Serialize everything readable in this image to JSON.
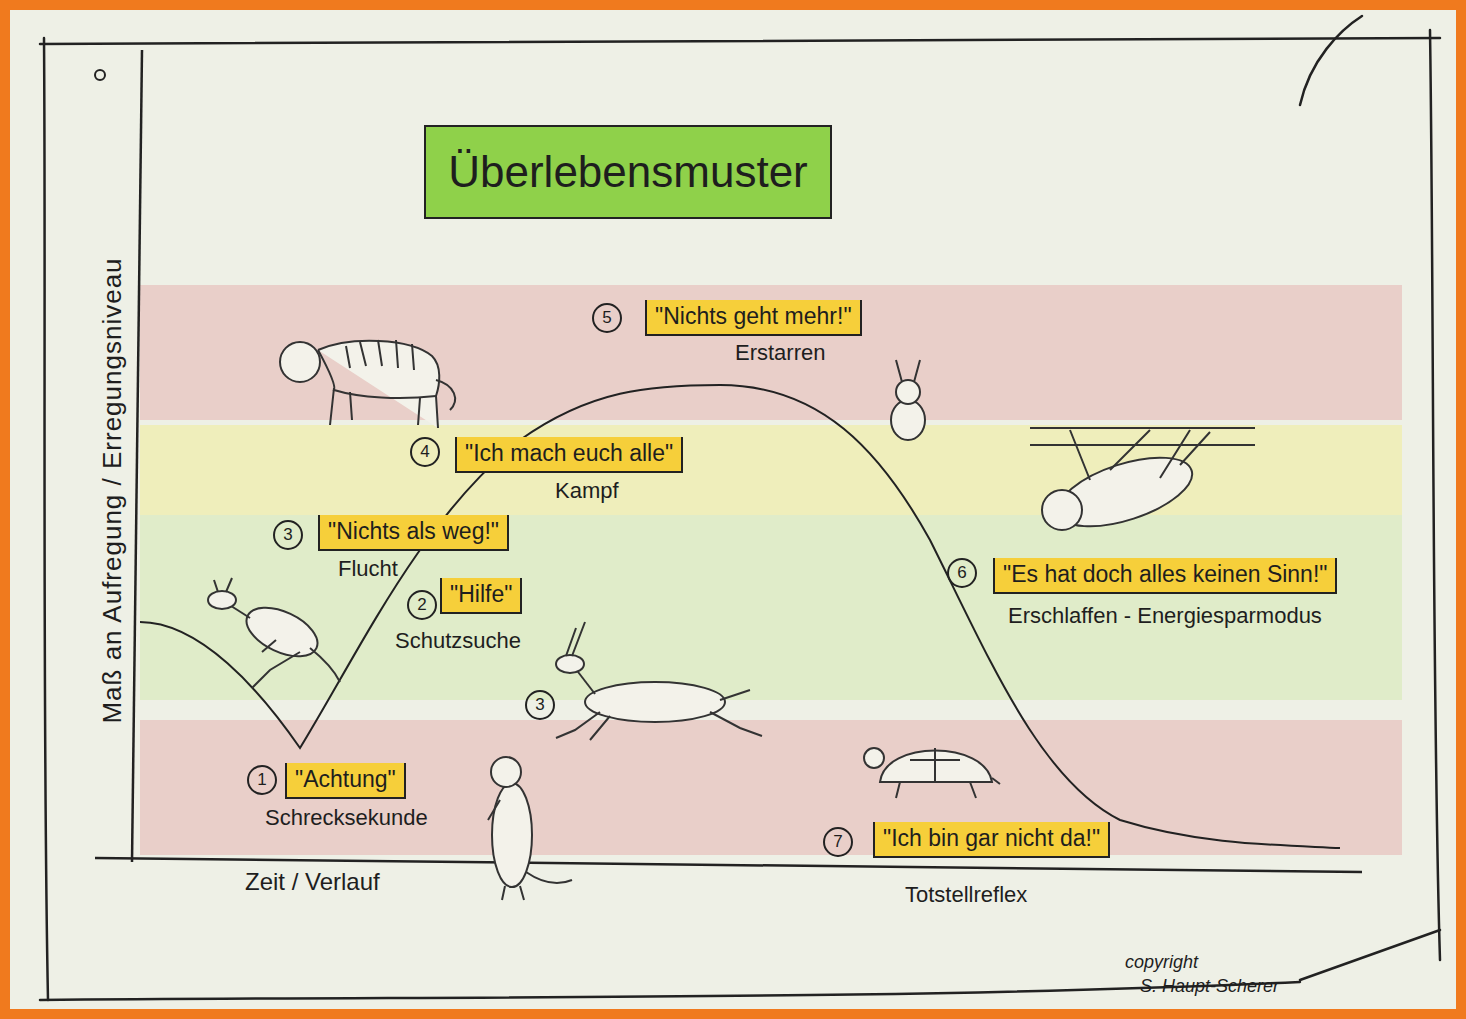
{
  "diagram": {
    "title": "Überlebensmuster",
    "nodes": [
      {
        "text": [
          "\"Achtung\"",
          "Schrecksekunde"
        ]
      },
      {
        "text": [
          "\"Hilfe\"",
          "Schutzsuche"
        ]
      },
      {
        "text": [
          "\"Nichts als weg!\"",
          "Flucht"
        ]
      },
      {
        "text": [
          "\"Ich mach euch alle\"",
          "Kampf"
        ]
      },
      {
        "text": [
          "\"Nichts geht mehr!\"",
          "Erstarren"
        ]
      },
      {
        "text": [
          "\"Es hat doch alles keinen Sinn!\"",
          "Erschlaffen - Energiesparmodus"
        ]
      },
      {
        "text": [
          "\"Ich bin gar nicht da!\"",
          "Totstellreflex"
        ]
      }
    ],
    "labels": [
      "Maß an Aufregung / Erregungsniveau",
      "Zeit / Verlauf",
      "1",
      "2",
      "3",
      "4",
      "5",
      "6",
      "7",
      "3",
      "copyright",
      "S. Haupt-Scherer"
    ]
  }
}
